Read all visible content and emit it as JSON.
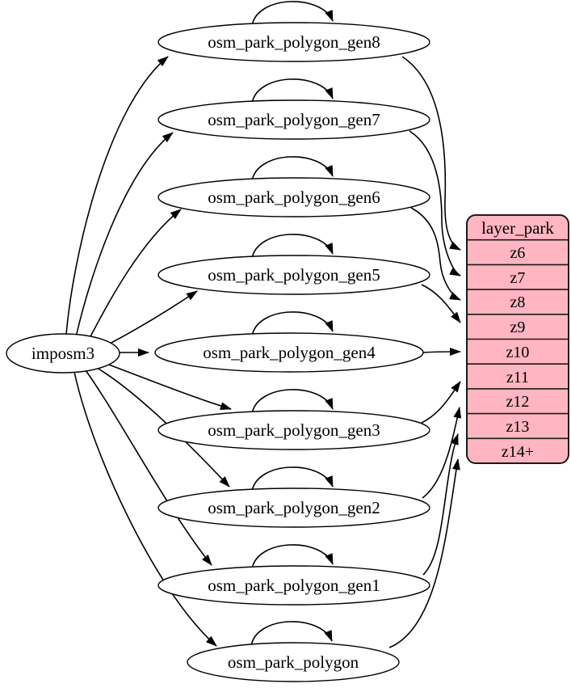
{
  "source": {
    "label": "imposm3"
  },
  "tables": [
    {
      "label": "osm_park_polygon_gen8"
    },
    {
      "label": "osm_park_polygon_gen7"
    },
    {
      "label": "osm_park_polygon_gen6"
    },
    {
      "label": "osm_park_polygon_gen5"
    },
    {
      "label": "osm_park_polygon_gen4"
    },
    {
      "label": "osm_park_polygon_gen3"
    },
    {
      "label": "osm_park_polygon_gen2"
    },
    {
      "label": "osm_park_polygon_gen1"
    },
    {
      "label": "osm_park_polygon"
    }
  ],
  "layer": {
    "header": "layer_park",
    "rows": [
      "z6",
      "z7",
      "z8",
      "z9",
      "z10",
      "z11",
      "z12",
      "z13",
      "z14+"
    ]
  },
  "edges": {
    "from_source": [
      "osm_park_polygon_gen8",
      "osm_park_polygon_gen7",
      "osm_park_polygon_gen6",
      "osm_park_polygon_gen5",
      "osm_park_polygon_gen4",
      "osm_park_polygon_gen3",
      "osm_park_polygon_gen2",
      "osm_park_polygon_gen1",
      "osm_park_polygon"
    ],
    "self_loops": [
      "osm_park_polygon_gen8",
      "osm_park_polygon_gen7",
      "osm_park_polygon_gen6",
      "osm_park_polygon_gen5",
      "osm_park_polygon_gen4",
      "osm_park_polygon_gen3",
      "osm_park_polygon_gen2",
      "osm_park_polygon_gen1",
      "osm_park_polygon"
    ],
    "to_layer": [
      {
        "from": "osm_park_polygon_gen8",
        "to": "z6"
      },
      {
        "from": "osm_park_polygon_gen7",
        "to": "z7"
      },
      {
        "from": "osm_park_polygon_gen6",
        "to": "z8"
      },
      {
        "from": "osm_park_polygon_gen5",
        "to": "z9"
      },
      {
        "from": "osm_park_polygon_gen4",
        "to": "z10"
      },
      {
        "from": "osm_park_polygon_gen3",
        "to": "z11"
      },
      {
        "from": "osm_park_polygon_gen2",
        "to": "z12"
      },
      {
        "from": "osm_park_polygon_gen1",
        "to": "z13"
      },
      {
        "from": "osm_park_polygon",
        "to": "z14+"
      }
    ]
  },
  "colors": {
    "layer_fill": "#ffb6c1",
    "node_fill": "#ffffff",
    "line": "#000000"
  }
}
